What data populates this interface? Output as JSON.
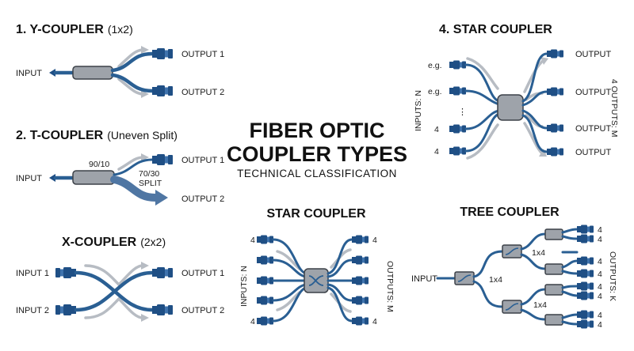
{
  "main_title": {
    "line1": "FIBER OPTIC",
    "line2": "COUPLER TYPES",
    "subtitle": "TECHNICAL CLASSIFICATION"
  },
  "colors": {
    "fiber": "#2a5f93",
    "connector": "#1f4f85",
    "coupler_body": "#9ea3aa",
    "ghost_arrow": "#b7bcc3"
  },
  "y_coupler": {
    "title": "1. Y-COUPLER",
    "suffix": "(1x2)",
    "input": "INPUT",
    "output1": "OUTPUT 1",
    "output2": "OUTPUT 2"
  },
  "t_coupler": {
    "title": "2. T-COUPLER",
    "suffix": "(Uneven Split)",
    "input": "INPUT",
    "ratio_top": "90/10",
    "ratio_split": "70/30",
    "split_word": "SPLIT",
    "output1": "OUTPUT 1",
    "output2": "OUTPUT 2"
  },
  "x_coupler": {
    "title": "X-COUPLER",
    "suffix": "(2x2)",
    "input1": "INPUT 1",
    "input2": "INPUT 2",
    "output1": "OUTPUT 1",
    "output2": "OUTPUT 2"
  },
  "star_coupler_top": {
    "title": "4. STAR COUPLER",
    "inputs_axis": "INPUTS: N",
    "outputs_axis": "4 OUTPUTS: M",
    "input_labels": [
      "e.g.",
      "e.g.",
      "⋮",
      "4",
      "4"
    ],
    "output_labels": [
      "OUTPUT",
      "OUTPUT",
      "OUTPUT",
      "OUTPUT"
    ]
  },
  "star_coupler_bottom": {
    "title": "STAR COUPLER",
    "inputs_axis": "INPUTS: N",
    "outputs_axis": "OUTPUTS: M",
    "input_labels": [
      "4",
      "",
      "",
      "",
      "4"
    ],
    "output_labels": [
      "4",
      "",
      "",
      "",
      "4"
    ]
  },
  "tree_coupler": {
    "title": "TREE COUPLER",
    "input": "INPUT",
    "ratio_root": "1x4",
    "ratio_upper": "1x4",
    "ratio_lower": "1x4",
    "outputs_axis": "OUTPUTS: K",
    "output_labels": [
      "4",
      "4",
      "4",
      "4",
      "4",
      "4",
      "4",
      "4"
    ]
  }
}
